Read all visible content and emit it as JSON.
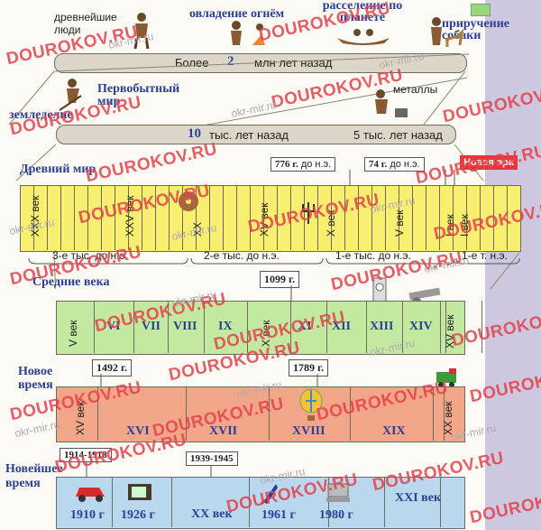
{
  "top_epochs": {
    "ancient_people": "древнейшие люди",
    "fire": "овладение огнём",
    "spread": "расселение по планете",
    "taming": "приручение собаки",
    "band1_prefix": "Более",
    "band1_num": "2",
    "band1_suffix": "млн лет назад",
    "primitive": "Первобытный мир",
    "farming": "земледелие",
    "metals": "металлы",
    "band2_num": "10",
    "band2_left": "тыс. лет назад",
    "band2_right": "5 тыс. лет назад"
  },
  "ancient": {
    "title": "Древний мир",
    "date1": "776 г.",
    "date1_suffix": "до н.э.",
    "date2": "74 г.",
    "date2_suffix": "до н.э.",
    "new_era": "Новая эра",
    "centuries": [
      "XXX век",
      "XXV век",
      "XX",
      "XV век",
      "X век",
      "V век",
      "I век",
      "I век"
    ],
    "millennia": [
      "3-е тыс. до н.э.",
      "2-е тыс. до н.э.",
      "1-е тыс. до н.э.",
      "1-е т. н.э."
    ]
  },
  "middle": {
    "title": "Средние века",
    "date": "1099 г.",
    "first": "V век",
    "numerals": [
      "VI",
      "VII",
      "VIII",
      "IX"
    ],
    "x_century": "X век",
    "numerals2": [
      "XI",
      "XII",
      "XIII",
      "XIV"
    ],
    "last": "XV век"
  },
  "modern": {
    "title": "Новое время",
    "date1": "1492 г.",
    "date2": "1789 г.",
    "first": "XV век",
    "numerals": [
      "XVI",
      "XVII",
      "XVIII",
      "XIX"
    ],
    "last": "XX век"
  },
  "newest": {
    "title": "Новейшее время",
    "date1": "1914-1918",
    "date2": "1939-1945",
    "years": [
      "1910 г",
      "1926 г",
      "XX век",
      "1961 г",
      "1980 г"
    ],
    "xxi": "XXI век"
  },
  "watermarks": [
    "DOUROKOV.RU",
    "okr-mir.ru"
  ],
  "colors": {
    "band_gray": "#dcd6c8",
    "ancient_yellow": "#f8ee70",
    "middle_green": "#c3e9a0",
    "modern_salmon": "#f1a687",
    "newest_blue": "#b9d8ee",
    "title_blue": "#2c3f97",
    "watermark_red": "#e3434d",
    "side_purple": "#c9c3dd"
  }
}
